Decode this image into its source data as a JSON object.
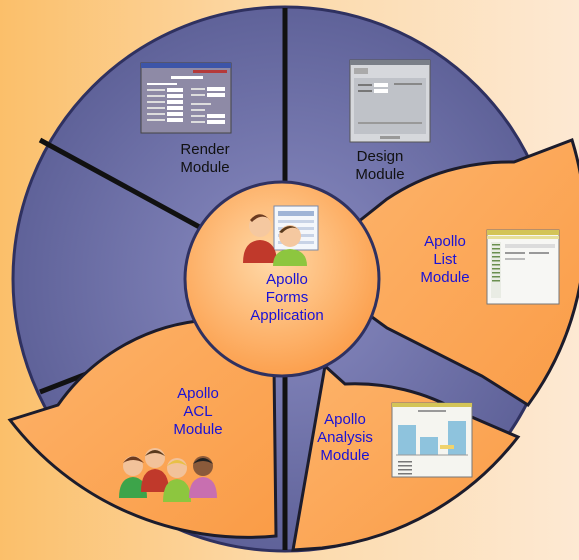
{
  "center": {
    "lines": [
      "Apollo",
      "Forms",
      "Application"
    ],
    "icon": "users-with-form-icon"
  },
  "modules": {
    "render": {
      "lines": [
        "Render",
        "Module"
      ],
      "icon": "form-screenshot-thumbnail",
      "highlighted": false
    },
    "design": {
      "lines": [
        "Design",
        "Module"
      ],
      "icon": "designer-screenshot-thumbnail",
      "highlighted": false
    },
    "list": {
      "lines": [
        "Apollo",
        "List",
        "Module"
      ],
      "icon": "list-screenshot-thumbnail",
      "highlighted": true
    },
    "analysis": {
      "lines": [
        "Apollo",
        "Analysis",
        "Module"
      ],
      "icon": "bar-chart-screenshot-thumbnail",
      "highlighted": true
    },
    "acl": {
      "lines": [
        "Apollo",
        "ACL",
        "Module"
      ],
      "icon": "user-group-icon",
      "highlighted": true
    },
    "blank": {
      "lines": [],
      "highlighted": false
    }
  },
  "colors": {
    "ring": "#6467a1",
    "ring_dark": "#2f3160",
    "highlight": "#fca858",
    "highlight_edge": "#7a4a1a",
    "label_blue": "#1a12d6",
    "label_dark": "#111111"
  }
}
